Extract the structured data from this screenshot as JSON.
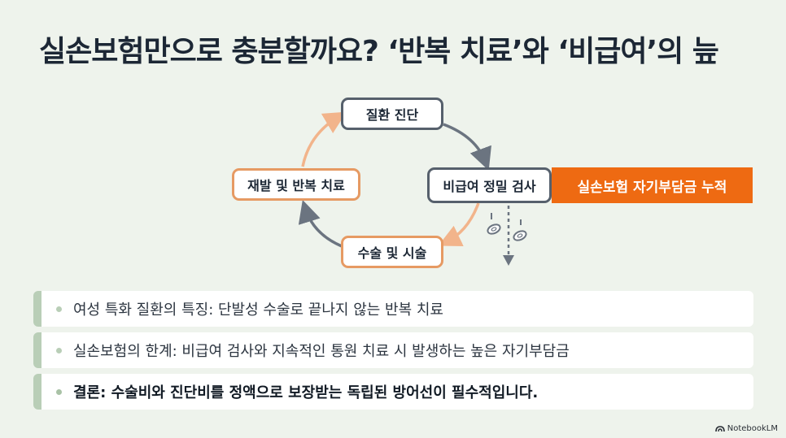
{
  "title": "실손보험만으로 충분할까요? ‘반복 치료’와 ‘비급여’의 늪",
  "cycle": {
    "nodes": [
      {
        "id": "diagnosis",
        "label": "질환 진단"
      },
      {
        "id": "test",
        "label": "비급여 정밀 검사"
      },
      {
        "id": "surgery",
        "label": "수술 및 시술"
      },
      {
        "id": "relapse",
        "label": "재발 및 반복 치료"
      }
    ],
    "callout": "실손보험 자기부담금 누적"
  },
  "points": [
    {
      "text": "여성 특화 질환의 특징: 단발성 수술로 끝나지 않는 반복 치료",
      "bold": false
    },
    {
      "text": "실손보험의 한계: 비급여 검사와 지속적인 통원 치료 시 발생하는 높은 자기부담금",
      "bold": false
    },
    {
      "text": "결론: 수술비와 진단비를 정액으로 보장받는 독립된 방어선이 필수적입니다.",
      "bold": true
    }
  ],
  "footer": {
    "brand": "NotebookLM",
    "icon": "notebooklm-logo-icon"
  },
  "colors": {
    "background": "#eef3ec",
    "title": "#1c2735",
    "gray_arrow": "#6b7480",
    "orange_arrow": "#f2b48b",
    "callout": "#ee6a12",
    "bar_accent": "#b9ceb7"
  }
}
